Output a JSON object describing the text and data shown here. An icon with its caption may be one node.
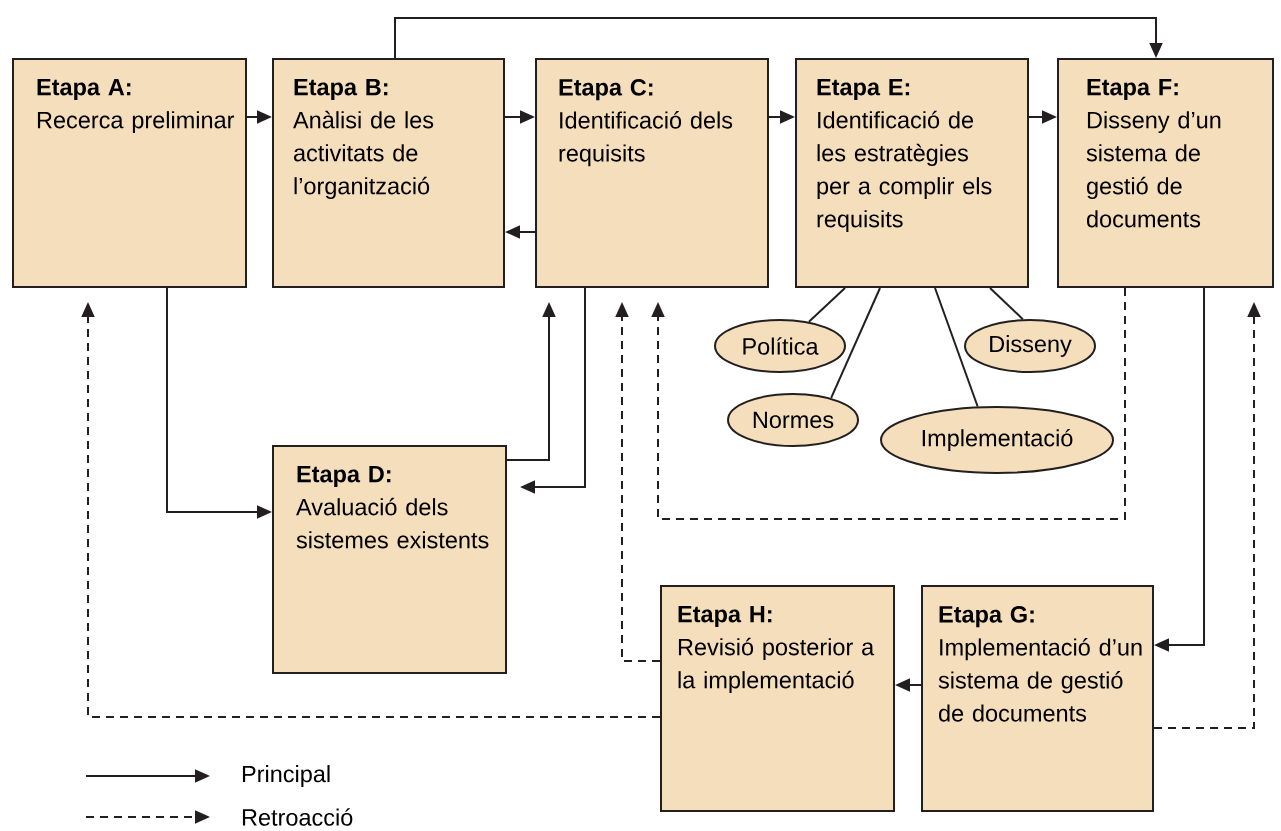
{
  "diagram": {
    "nodes": [
      {
        "text": [
          "Etapa A:",
          "Recerca preliminar"
        ]
      },
      {
        "text": [
          "Etapa B:",
          "Anàlisi de les activitats de l’organització"
        ]
      },
      {
        "text": [
          "Etapa C:",
          "Identificació dels requisits"
        ]
      },
      {
        "text": [
          "Etapa E:",
          "Identificació de les estratègies per a complir els requisits"
        ]
      },
      {
        "text": [
          "Etapa F:",
          "Disseny d’un sistema de gestió de documents"
        ]
      },
      {
        "text": [
          "Etapa D:",
          "Avaluació dels sistemes existents"
        ]
      },
      {
        "text": [
          "Etapa H:",
          "Revisió posterior a la implementació"
        ]
      },
      {
        "text": [
          "Etapa G:",
          "Implementació d’un sistema de gestió de documents"
        ]
      },
      {
        "text": [
          "Política"
        ]
      },
      {
        "text": [
          "Disseny"
        ]
      },
      {
        "text": [
          "Normes"
        ]
      },
      {
        "text": [
          "Implementació"
        ]
      }
    ],
    "edges": [
      {
        "from": 0,
        "to": 1,
        "arrow": "to"
      },
      {
        "from": 1,
        "to": 2,
        "arrow": "to"
      },
      {
        "from": 2,
        "to": 1,
        "arrow": "to"
      },
      {
        "from": 2,
        "to": 3,
        "arrow": "to"
      },
      {
        "from": 3,
        "to": 4,
        "arrow": "to"
      },
      {
        "from": 1,
        "to": 4,
        "arrow": "to"
      },
      {
        "from": 0,
        "to": 5,
        "arrow": "to"
      },
      {
        "from": 5,
        "to": 2,
        "arrow": "to"
      },
      {
        "from": 2,
        "to": 5,
        "arrow": "to"
      },
      {
        "from": 4,
        "to": 7,
        "arrow": "to"
      },
      {
        "from": 7,
        "to": 6,
        "arrow": "to"
      },
      {
        "from": 3,
        "to": 8,
        "arrow": "none"
      },
      {
        "from": 3,
        "to": 9,
        "arrow": "none"
      },
      {
        "from": 3,
        "to": 10,
        "arrow": "none"
      },
      {
        "from": 3,
        "to": 11,
        "arrow": "none"
      },
      {
        "from": 4,
        "to": 2,
        "arrow": "to",
        "style": "dashed"
      },
      {
        "from": 6,
        "to": 2,
        "arrow": "to",
        "style": "dashed"
      },
      {
        "from": 6,
        "to": 0,
        "arrow": "to",
        "style": "dashed"
      },
      {
        "from": 7,
        "to": 4,
        "arrow": "to",
        "style": "dashed"
      }
    ],
    "legend": [
      {
        "text": "Principal"
      },
      {
        "text": "Retroacció"
      }
    ]
  }
}
